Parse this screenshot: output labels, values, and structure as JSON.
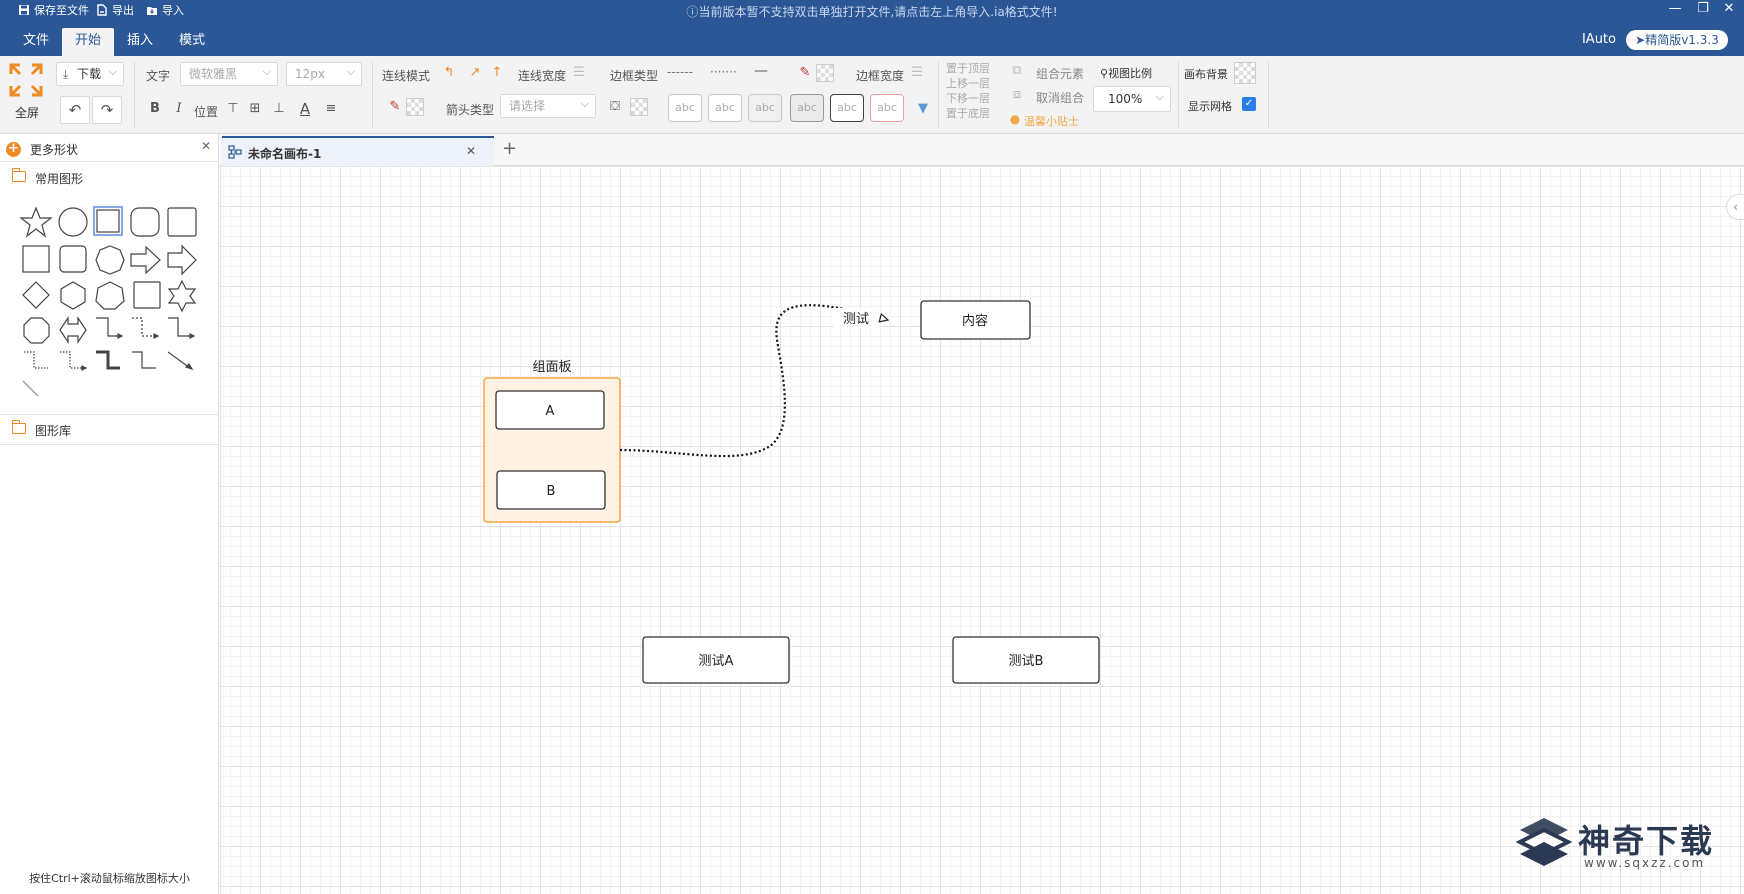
{
  "titlebar": {
    "save_label": "保存至文件",
    "export_label": "导出",
    "import_label": "导入",
    "notice": "当前版本暂不支持双击单独打开文件,请点击左上角导入.ia格式文件!"
  },
  "menu": {
    "items": [
      "文件",
      "开始",
      "插入",
      "模式"
    ],
    "active": "开始",
    "user": "IAuto",
    "version": "精简版v1.3.3"
  },
  "ribbon": {
    "fullscreen_label": "全屏",
    "download_select": "下载",
    "text_label": "文字",
    "font_select": "微软雅黑",
    "size_select": "12px",
    "position_label": "位置",
    "line_mode_label": "连线模式",
    "line_width_label": "连线宽度",
    "border_type_label": "边框类型",
    "border_width_label": "边框宽度",
    "arrow_type_label": "箭头类型",
    "arrow_select": "请选择",
    "abc_style": "abc",
    "layer": {
      "top": "置于顶层",
      "up": "上移一层",
      "down": "下移一层",
      "bottom": "置于底层"
    },
    "group_label": "组合元素",
    "ungroup_label": "取消组合",
    "tips_label": "温馨小贴士",
    "zoom_label": "视图比例",
    "zoom_value": "100%",
    "canvas_bg_label": "画布背景",
    "show_grid_label": "显示网格"
  },
  "left_panel": {
    "title": "更多形状",
    "common_shapes_label": "常用图形",
    "shape_library_label": "图形库",
    "footer_hint": "按住Ctrl+滚动鼠标缩放图标大小"
  },
  "tabs": {
    "active_label": "未命名画布-1"
  },
  "canvas": {
    "group_title": "组面板",
    "node_a": "A",
    "node_b": "B",
    "node_content": "内容",
    "edge_label": "测试",
    "node_test_a": "测试A",
    "node_test_b": "测试B"
  },
  "watermark": {
    "name": "神奇下载",
    "url": "www.sqxzz.com"
  },
  "colors": {
    "brand": "#2b5797",
    "accent": "#f08a24",
    "group_fill": "#fff3e6"
  }
}
